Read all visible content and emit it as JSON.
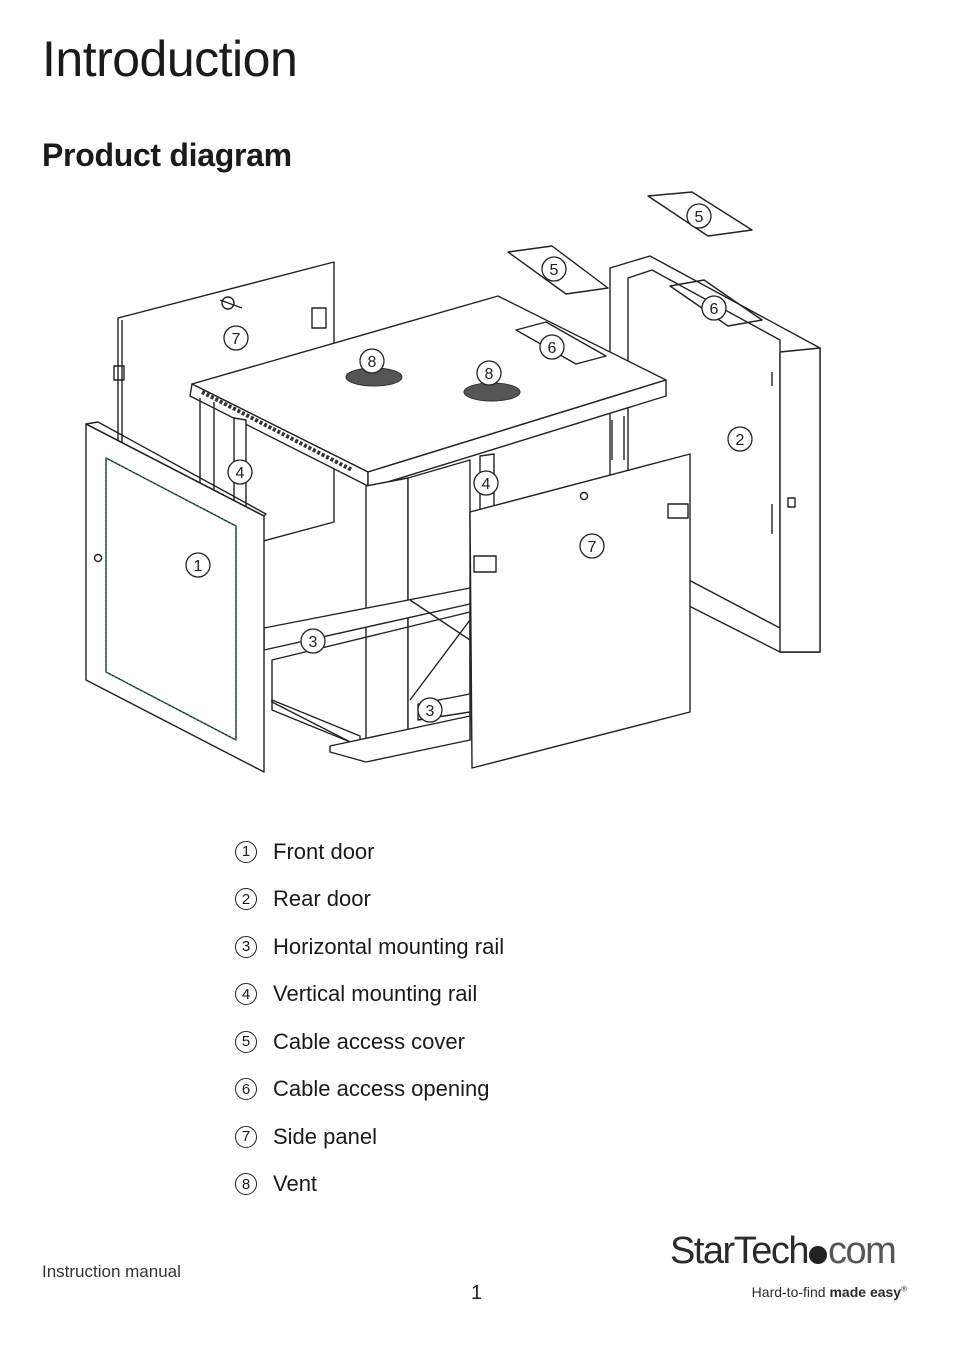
{
  "page": {
    "title": "Introduction",
    "subtitle": "Product diagram"
  },
  "diagram": {
    "callouts": [
      "1",
      "2",
      "3",
      "4",
      "5",
      "6",
      "7",
      "8"
    ]
  },
  "legend": [
    {
      "num": "1",
      "label": "Front door"
    },
    {
      "num": "2",
      "label": "Rear door"
    },
    {
      "num": "3",
      "label": "Horizontal mounting rail"
    },
    {
      "num": "4",
      "label": "Vertical mounting rail"
    },
    {
      "num": "5",
      "label": "Cable access cover"
    },
    {
      "num": "6",
      "label": "Cable access opening"
    },
    {
      "num": "7",
      "label": "Side panel"
    },
    {
      "num": "8",
      "label": "Vent"
    }
  ],
  "footer": {
    "left": "Instruction manual",
    "page_number": "1",
    "logo_start": "StarTech",
    "logo_end": "com",
    "tagline_normal": "Hard-to-find ",
    "tagline_bold": "made easy",
    "tagline_mark": "®"
  }
}
